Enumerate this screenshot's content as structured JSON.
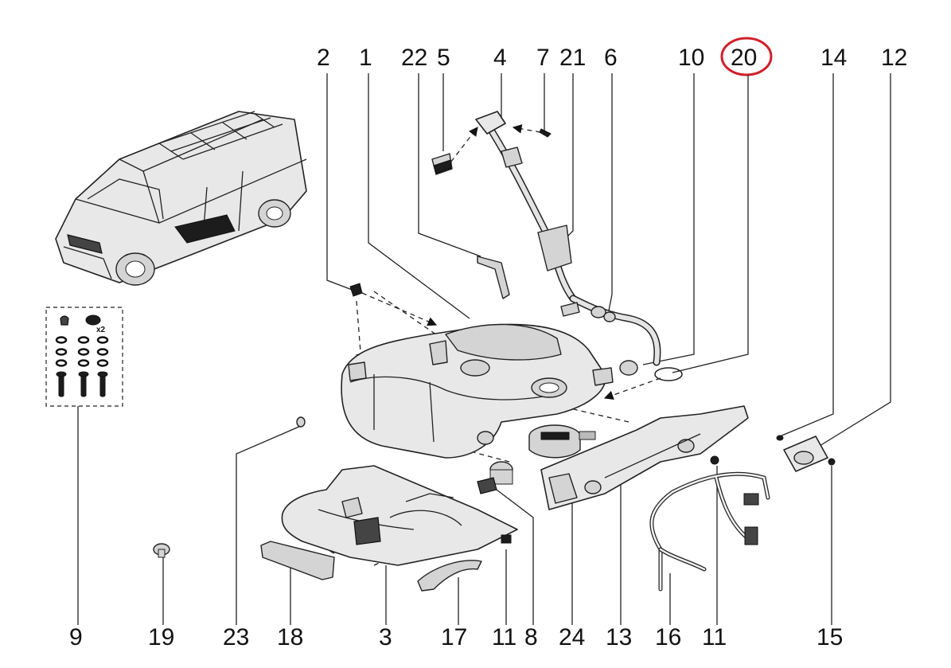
{
  "highlight_color": "#d0202a",
  "callouts_top": [
    "2",
    "1",
    "22",
    "5",
    "4",
    "7",
    "21",
    "6",
    "10",
    "20",
    "14",
    "12"
  ],
  "callouts_bottom": [
    "9",
    "19",
    "23",
    "18",
    "3",
    "17",
    "11",
    "8",
    "24",
    "13",
    "16",
    "11",
    "15"
  ],
  "kit_badge": "x2",
  "highlighted_callout": "20"
}
